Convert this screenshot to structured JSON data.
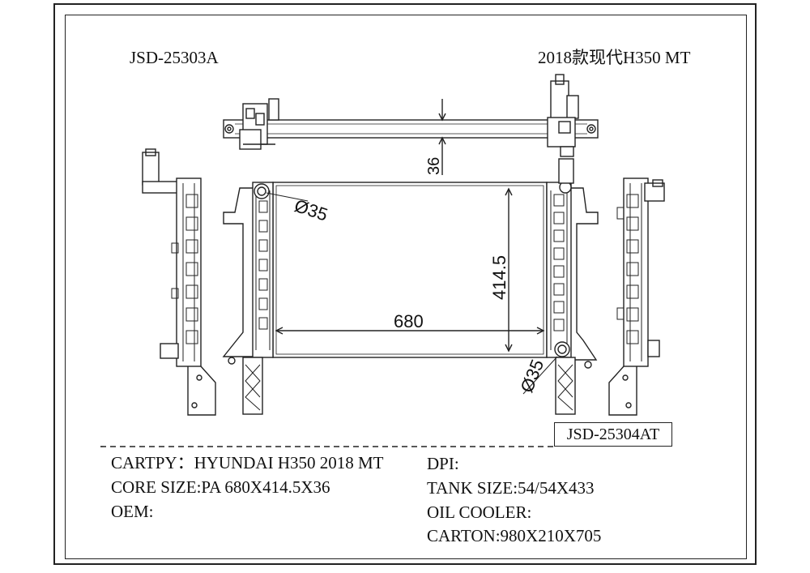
{
  "header": {
    "model_number": "JSD-25303A",
    "vehicle": "2018款现代H350 MT"
  },
  "drawing": {
    "dimensions": {
      "pipe_diameter_top": "Ø35",
      "pipe_diameter_bottom": "Ø35",
      "core_width": "680",
      "core_height": "414.5",
      "core_thickness": "36"
    },
    "alt_part_number": "JSD-25304AT"
  },
  "specs": {
    "cartpy": "CARTPY：HYUNDAI H350 2018 MT",
    "core_size": "CORE SIZE:PA 680X414.5X36",
    "oem": "OEM:",
    "dpi": "DPI:",
    "tank_size": "TANK SIZE:54/54X433",
    "oil_cooler": "OIL COOLER:",
    "carton": "CARTON:980X210X705"
  }
}
